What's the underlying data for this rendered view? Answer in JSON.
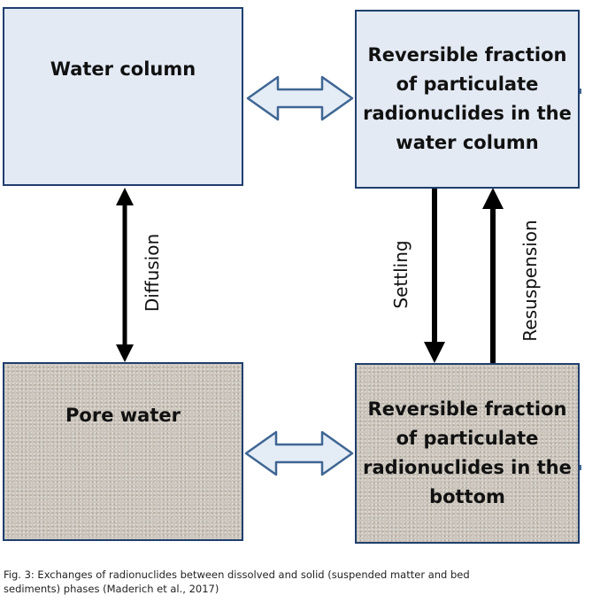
{
  "boxes": {
    "water_column": "Water column",
    "reversible_water": [
      "Reversible fraction",
      "of particulate",
      "radionuclides in the",
      "water column"
    ],
    "pore_water": "Pore water",
    "reversible_bottom": [
      "Reversible fraction",
      "of particulate",
      "radionuclides in the",
      "bottom"
    ]
  },
  "arrows": {
    "diffusion": "Diffusion",
    "settling": "Settling",
    "resuspension": "Resuspension"
  },
  "caption": {
    "line1": "Fig. 3: Exchanges of radionuclides between dissolved and solid (suspended matter and bed",
    "line2": "sediments) phases (Maderich et al., 2017)"
  },
  "colors": {
    "water_fill": "#e3eaf4",
    "sediment_fill": "#cbc5bc",
    "border": "#1f3f6e",
    "exchange_arrow_fill": "#e4ecf6",
    "exchange_arrow_stroke": "#3f6693"
  }
}
